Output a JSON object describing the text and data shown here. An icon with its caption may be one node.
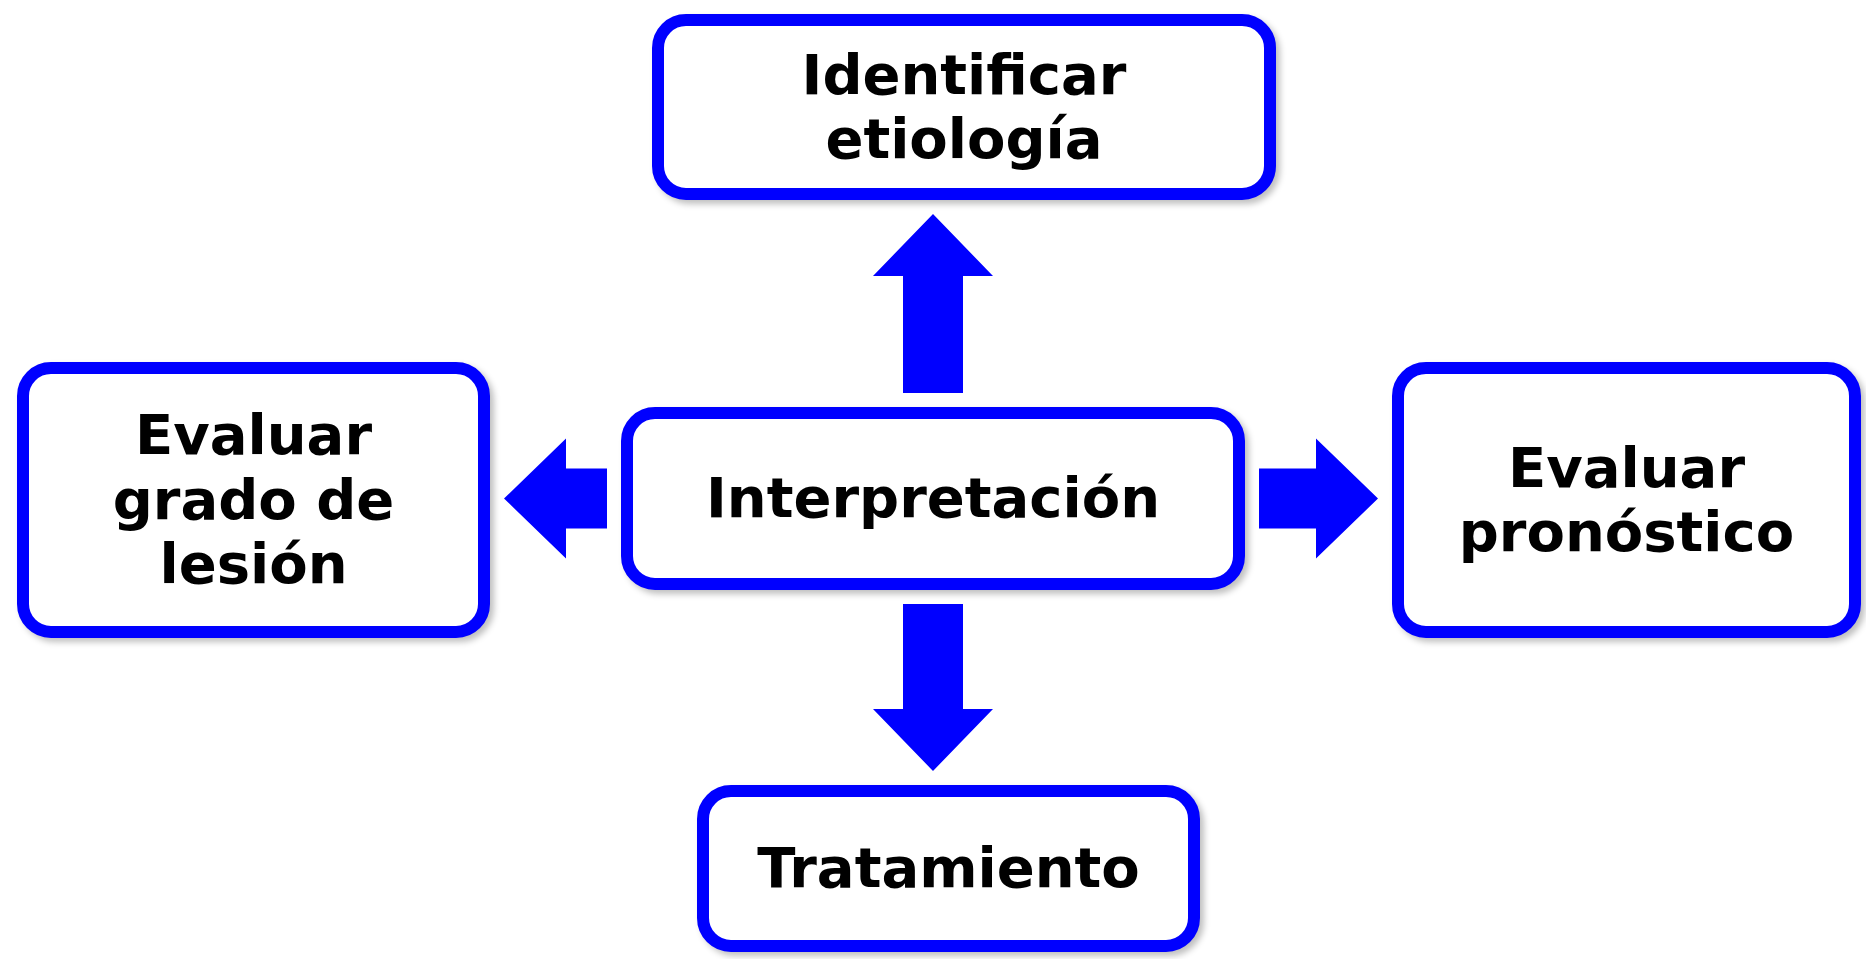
{
  "diagram": {
    "nodes": [
      {
        "text": [
          "Identificar etiología"
        ]
      },
      {
        "text": [
          "Evaluar grado de lesión"
        ]
      },
      {
        "text": [
          "Interpretación"
        ]
      },
      {
        "text": [
          "Evaluar pronóstico"
        ]
      },
      {
        "text": [
          "Tratamiento"
        ]
      }
    ],
    "edges": [
      {
        "from": 2,
        "to": 0,
        "arrow": "to"
      },
      {
        "from": 2,
        "to": 1,
        "arrow": "to"
      },
      {
        "from": 2,
        "to": 3,
        "arrow": "to"
      },
      {
        "from": 2,
        "to": 4,
        "arrow": "to"
      }
    ]
  }
}
